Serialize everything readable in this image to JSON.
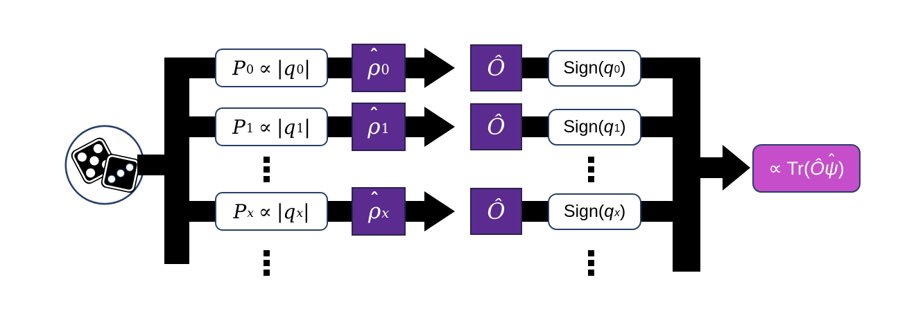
{
  "icons": {
    "source": "dice-icon",
    "flow_arrow": "arrow-right-icon",
    "ellipsis": "vertical-ellipsis-icon"
  },
  "colors": {
    "purple_box": "#5b2b8f",
    "magenta_box": "#c64ecb",
    "navy_border": "#27406b",
    "flow_black": "#000000",
    "background": "#ffffff"
  },
  "rows": [
    {
      "p": "P",
      "p_sub": "0",
      "rel": "∝",
      "bar_open": "|",
      "q": "q",
      "q_sub": "0",
      "bar_close": "|",
      "hat": "ˆ",
      "rho": "ρ",
      "rho_sub": "0",
      "obs": "Ô",
      "sign_open": "Sign(",
      "sign_q": "q",
      "sign_sub": "0",
      "sign_close": ")"
    },
    {
      "p": "P",
      "p_sub": "1",
      "rel": "∝",
      "bar_open": "|",
      "q": "q",
      "q_sub": "1",
      "bar_close": "|",
      "hat": "ˆ",
      "rho": "ρ",
      "rho_sub": "1",
      "obs": "Ô",
      "sign_open": "Sign(",
      "sign_q": "q",
      "sign_sub": "1",
      "sign_close": ")"
    },
    {
      "p": "P",
      "p_sub": "x",
      "rel": "∝",
      "bar_open": "|",
      "q": "q",
      "q_sub": "x",
      "bar_close": "|",
      "hat": "ˆ",
      "rho": "ρ",
      "rho_sub": "x",
      "obs": "Ô",
      "sign_open": "Sign(",
      "sign_q": "q",
      "sign_sub": "x",
      "sign_close": ")"
    }
  ],
  "output": {
    "prefix": "∝ Tr(",
    "o_hat": "Ô",
    "hat": "ˆ",
    "psi": "ψ",
    "suffix": ")"
  }
}
